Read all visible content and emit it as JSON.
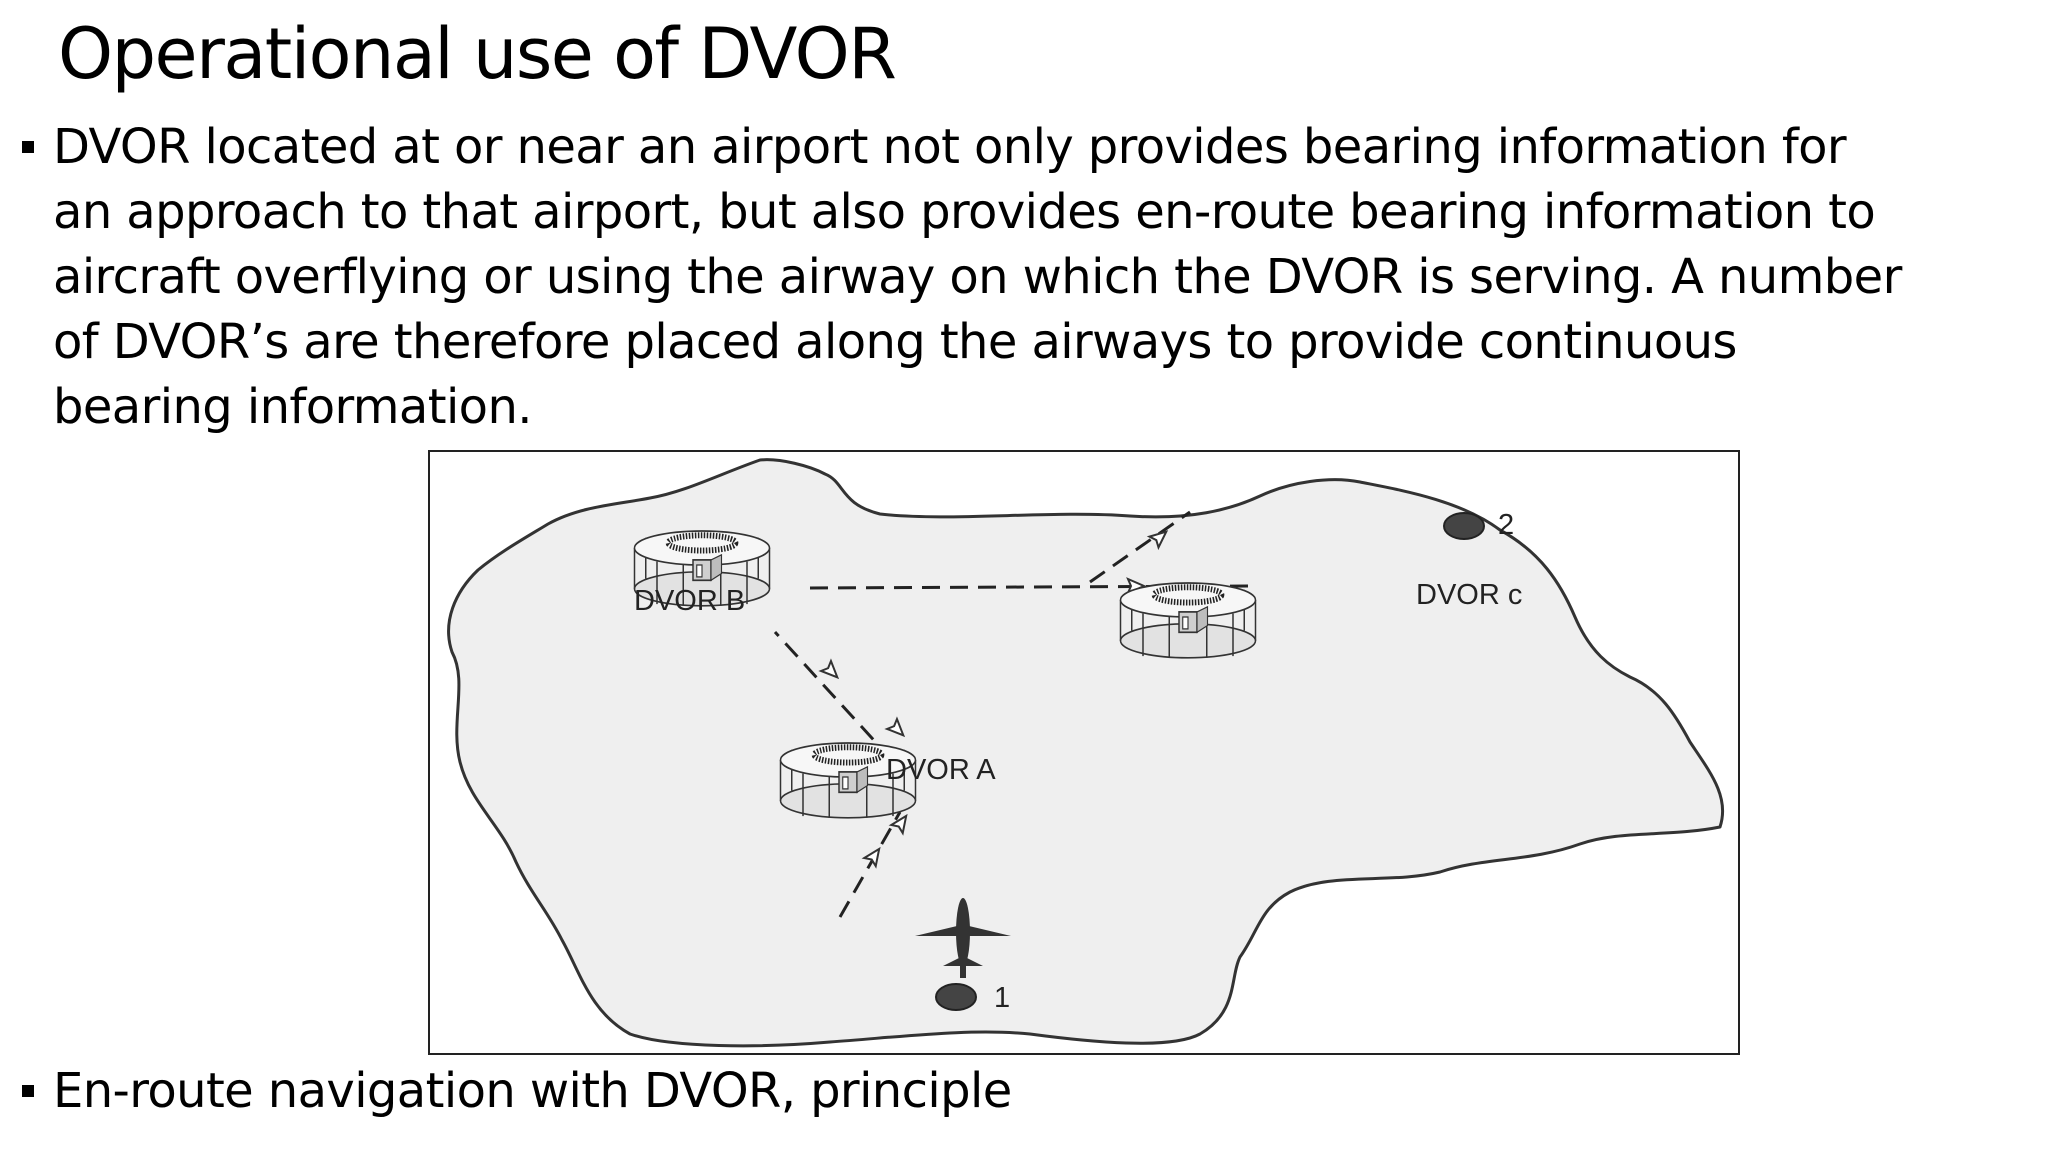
{
  "slide": {
    "title": "Operational use of DVOR",
    "bullets": [
      "DVOR located at or near an airport not only provides bearing information for an approach to that airport, but also provides en-route bearing information to aircraft overflying or using the airway on which the DVOR is serving. A number of DVOR’s are therefore placed along the airways to provide continuous bearing information.",
      "En-route navigation with DVOR, principle"
    ]
  },
  "figure": {
    "labels": {
      "dvor_a": "DVOR A",
      "dvor_b": "DVOR B",
      "dvor_c": "DVOR c",
      "point_start": "1",
      "point_end": "2"
    },
    "icons": [
      "dvor-antenna-icon",
      "airplane-icon",
      "waypoint-icon",
      "direction-arrow-icon"
    ],
    "colors": {
      "land_fill": "#efefef",
      "outline": "#333333",
      "frame": "#222222"
    }
  }
}
